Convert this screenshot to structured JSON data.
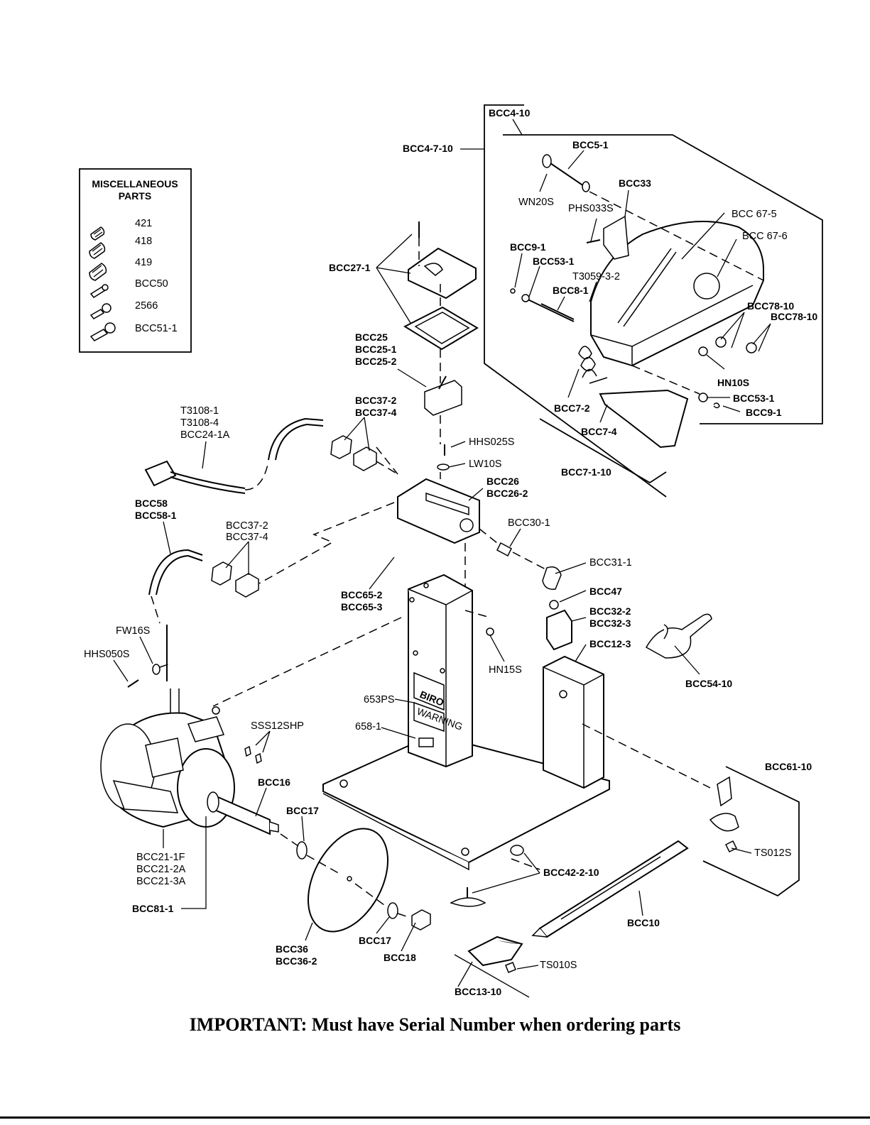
{
  "misc_box": {
    "title_line1": "MISCELLANEOUS",
    "title_line2": "PARTS",
    "items": [
      {
        "label": "421",
        "icon": "wire-nut-icon"
      },
      {
        "label": "418",
        "icon": "wire-nut-icon"
      },
      {
        "label": "419",
        "icon": "wire-nut-icon"
      },
      {
        "label": "BCC50",
        "icon": "crimp-connector-icon"
      },
      {
        "label": "2566",
        "icon": "ring-terminal-icon"
      },
      {
        "label": "BCC51-1",
        "icon": "ring-terminal-icon"
      }
    ]
  },
  "labels": {
    "bcc4_10": "BCC4-10",
    "bcc4_7_10": "BCC4-7-10",
    "bcc5_1": "BCC5-1",
    "bcc33": "BCC33",
    "wn20s": "WN20S",
    "phs033s": "PHS033S",
    "bcc67_5": "BCC 67-5",
    "bcc67_6": "BCC 67-6",
    "bcc9_1_a": "BCC9-1",
    "bcc53_1_a": "BCC53-1",
    "t3059_3_2": "T3059-3-2",
    "bcc8_1": "BCC8-1",
    "bcc78_10_a": "BCC78-10",
    "bcc78_10_b": "BCC78-10",
    "hn10s": "HN10S",
    "bcc53_1_b": "BCC53-1",
    "bcc9_1_b": "BCC9-1",
    "bcc7_2": "BCC7-2",
    "bcc7_4": "BCC7-4",
    "bcc7_1_10": "BCC7-1-10",
    "bcc27_1": "BCC27-1",
    "bcc25": "BCC25",
    "bcc25_1": "BCC25-1",
    "bcc25_2": "BCC25-2",
    "t3108_1": "T3108-1",
    "t3108_4": "T3108-4",
    "bcc24_1a": "BCC24-1A",
    "bcc37_2_a": "BCC37-2",
    "bcc37_4_a": "BCC37-4",
    "hhs025s": "HHS025S",
    "lw10s": "LW10S",
    "bcc26": "BCC26",
    "bcc26_2": "BCC26-2",
    "bcc58": "BCC58",
    "bcc58_1": "BCC58-1",
    "bcc37_2_b": "BCC37-2",
    "bcc37_4_b": "BCC37-4",
    "bcc30_1": "BCC30-1",
    "bcc31_1": "BCC31-1",
    "bcc65_2": "BCC65-2",
    "bcc65_3": "BCC65-3",
    "bcc47": "BCC47",
    "bcc32_2": "BCC32-2",
    "bcc32_3": "BCC32-3",
    "bcc12_3": "BCC12-3",
    "fw16s": "FW16S",
    "hhs050s": "HHS050S",
    "hn15s": "HN15S",
    "bcc54_10": "BCC54-10",
    "p653ps": "653PS",
    "p658_1": "658-1",
    "sss12shp": "SSS12SHP",
    "bcc16": "BCC16",
    "bcc17_a": "BCC17",
    "bcc61_10": "BCC61-10",
    "bcc21_1f": "BCC21-1F",
    "bcc21_2a": "BCC21-2A",
    "bcc21_3a": "BCC21-3A",
    "ts012s": "TS012S",
    "bcc42_2_10": "BCC42-2-10",
    "bcc81_1": "BCC81-1",
    "bcc10": "BCC10",
    "bcc36": "BCC36",
    "bcc36_2": "BCC36-2",
    "bcc17_b": "BCC17",
    "bcc18": "BCC18",
    "ts010s": "TS010S",
    "bcc13_10": "BCC13-10"
  },
  "decals": {
    "brand": "BIRO",
    "warning": "WARNING"
  },
  "footer": {
    "note": "IMPORTANT:  Must have Serial Number when ordering parts"
  }
}
